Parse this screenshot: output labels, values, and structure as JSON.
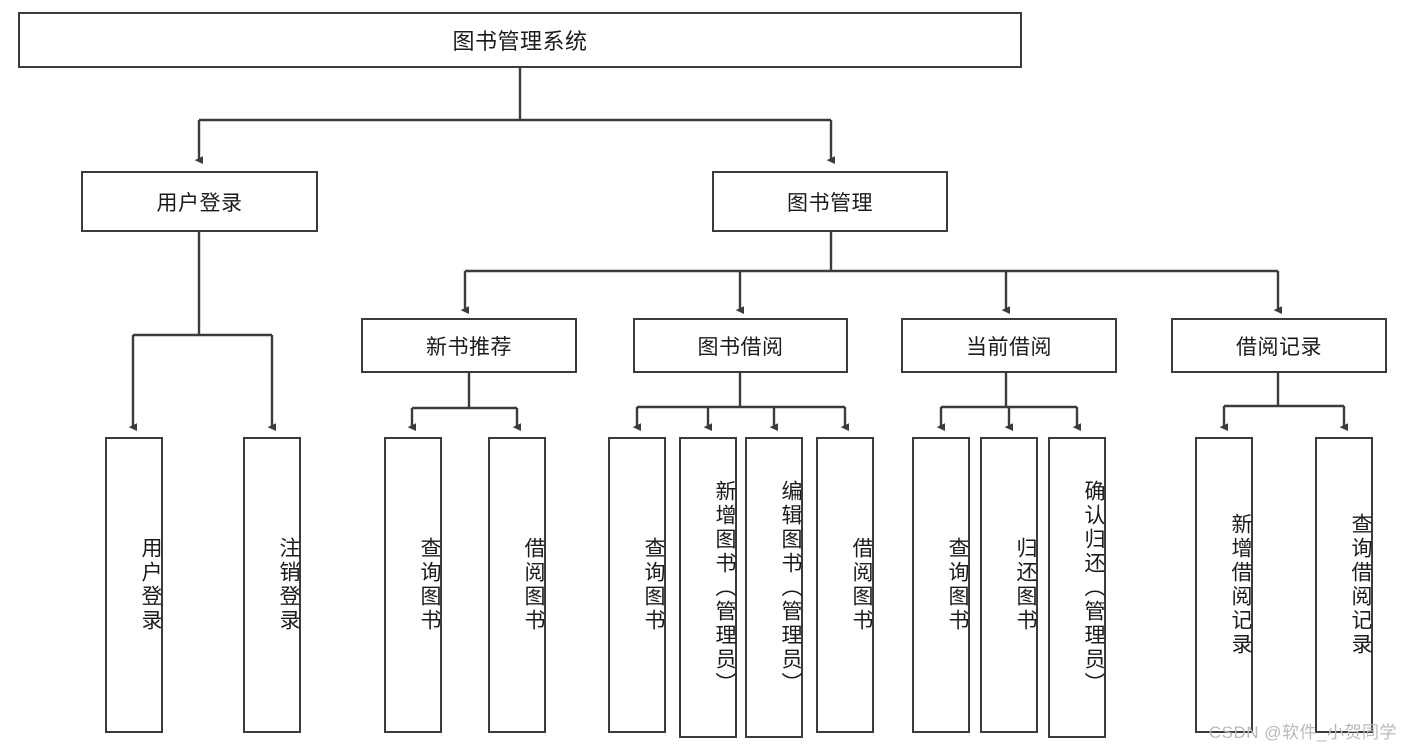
{
  "diagram": {
    "type": "tree",
    "title": "图书管理系统",
    "orientation": "top-down",
    "colors": {
      "background": "#ffffff",
      "line": "#3b3b3b",
      "node_border": "#3b3b3b",
      "node_fill": "#ffffff",
      "text": "#1b1b1b",
      "watermark": "#b9b9b9"
    }
  },
  "root": {
    "label": "图书管理系统"
  },
  "level2": [
    {
      "label": "用户登录"
    },
    {
      "label": "图书管理"
    }
  ],
  "level3": [
    {
      "label": "新书推荐"
    },
    {
      "label": "图书借阅"
    },
    {
      "label": "当前借阅"
    },
    {
      "label": "借阅记录"
    }
  ],
  "leaves": {
    "user_login": [
      {
        "label": "用户登录"
      },
      {
        "label": "注销登录"
      }
    ],
    "new_book_recommend": [
      {
        "label": "查询图书"
      },
      {
        "label": "借阅图书"
      }
    ],
    "book_borrow": [
      {
        "label": "查询图书"
      },
      {
        "label": "新增图书（管理员）"
      },
      {
        "label": "编辑图书（管理员）"
      },
      {
        "label": "借阅图书"
      }
    ],
    "current_borrow": [
      {
        "label": "查询图书"
      },
      {
        "label": "归还图书"
      },
      {
        "label": "确认归还（管理员）"
      }
    ],
    "borrow_record": [
      {
        "label": "新增借阅记录"
      },
      {
        "label": "查询借阅记录"
      }
    ]
  },
  "watermark": {
    "text": "CSDN @软件_小贺同学"
  }
}
